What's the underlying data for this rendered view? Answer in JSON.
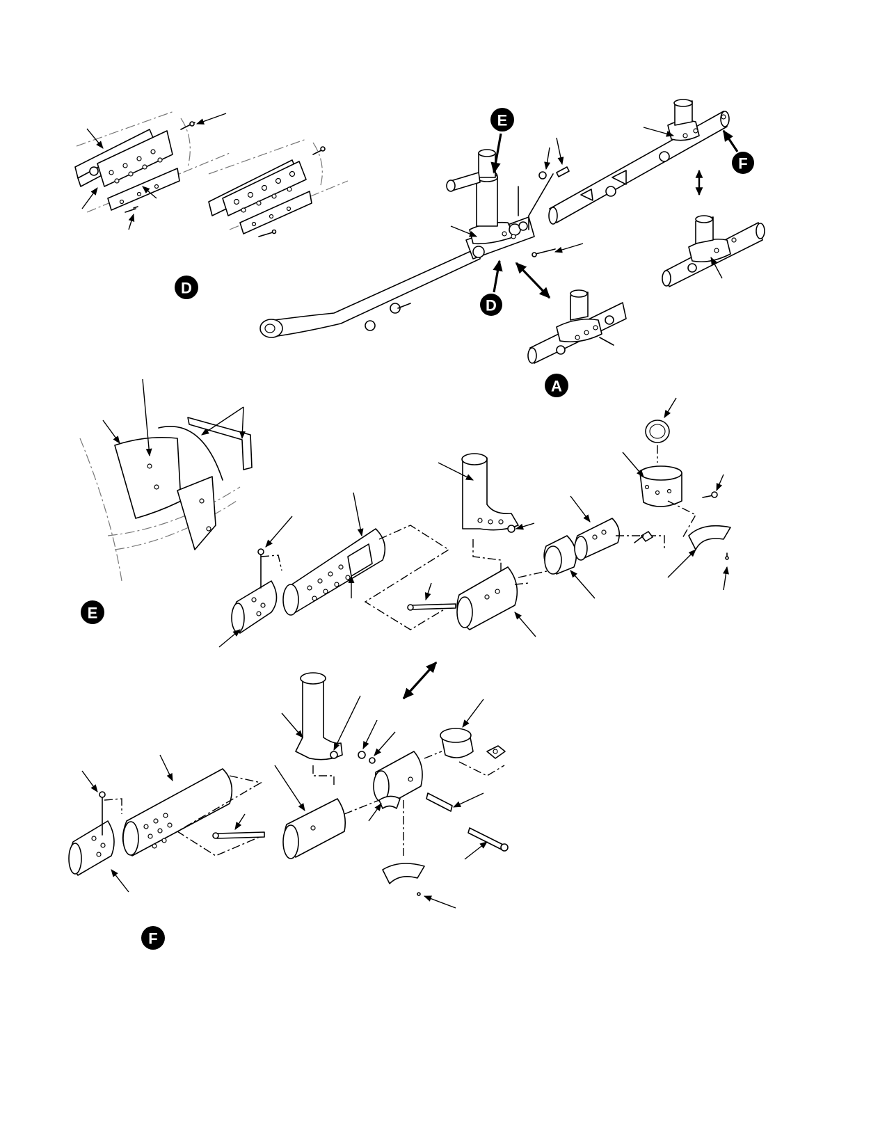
{
  "callouts": {
    "A_main": "A",
    "D_detail": "D",
    "D_main": "D",
    "E_main": "E",
    "E_detail": "E",
    "F_main": "F",
    "F_detail": "F"
  }
}
